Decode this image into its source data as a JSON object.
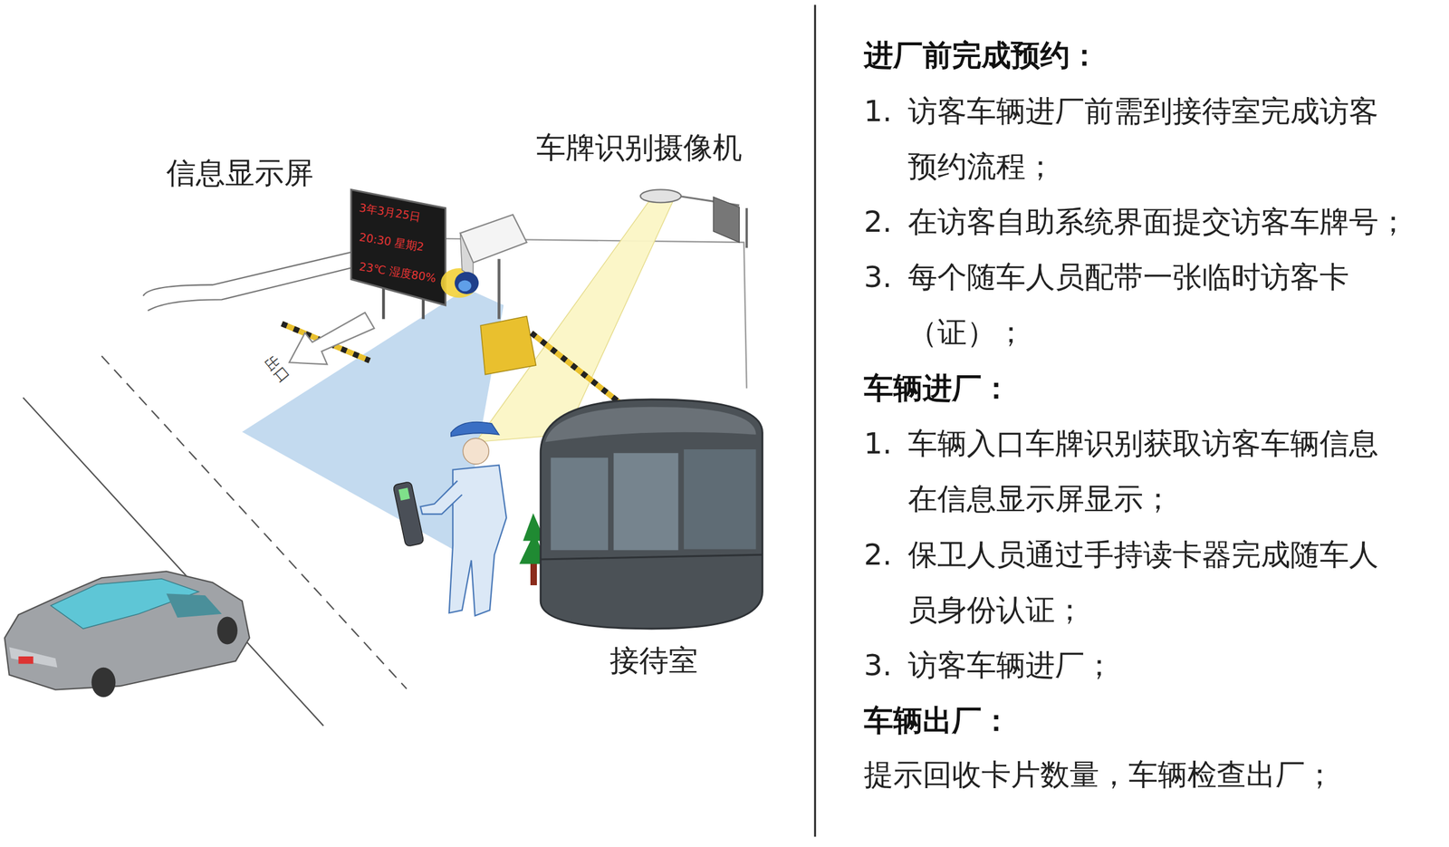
{
  "diagram": {
    "labels": [
      "信息显示屏",
      "车牌识别摄像机",
      "3年3月25日",
      "20:30 星期2",
      "23℃ 湿度80%",
      "出口",
      "接待室",
      "进厂前完成预约：",
      "1.",
      "访客车辆进厂前需到接待室完成访客预约流程；",
      "2.",
      "在访客自助系统界面提交访客车牌号；",
      "3.",
      "每个随车人员配带一张临时访客卡（证）；",
      "车辆进厂：",
      "1.",
      "车辆入口车牌识别获取访客车辆信息在信息显示屏显示；",
      "2.",
      "保卫人员通过手持读卡器完成随车人员身份认证；",
      "3.",
      "访客车辆进厂；",
      "车辆出厂：",
      "提示回收卡片数量，车辆检查出厂；"
    ]
  }
}
